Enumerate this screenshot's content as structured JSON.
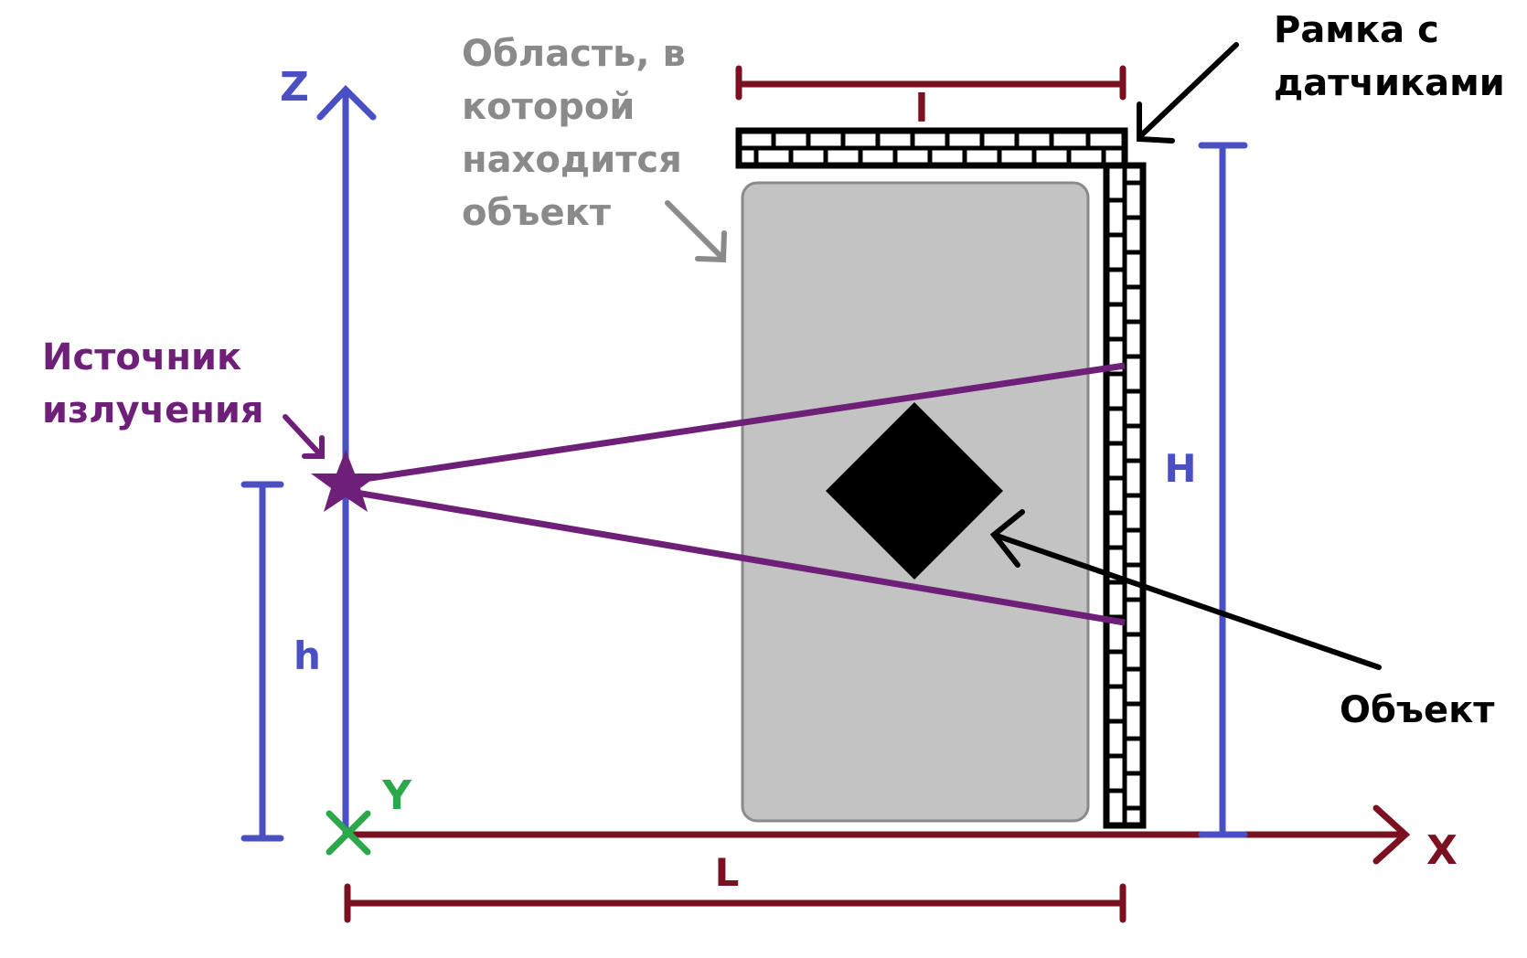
{
  "labels": {
    "z_axis": "Z",
    "x_axis": "X",
    "y_axis": "Y",
    "source_line1": "Источник",
    "source_line2": "излучения",
    "region_line1": "Область, в",
    "region_line2": "которой",
    "region_line3": "находится",
    "region_line4": "объект",
    "frame_line1": "Рамка с",
    "frame_line2": "датчиками",
    "object": "Объект",
    "dim_l_small": "l",
    "dim_L": "L",
    "dim_H": "H",
    "dim_h": "h"
  },
  "colors": {
    "axis_z": "#4a4fc4",
    "axis_x": "#7a1020",
    "axis_y": "#2aa84a",
    "source": "#6e1f78",
    "region_fill": "#c3c3c3",
    "region_stroke": "#8a8a8a",
    "region_text": "#8a8a8a",
    "frame": "#000000",
    "object": "#000000"
  },
  "icons": {
    "source": "star-icon",
    "origin": "cross-icon"
  }
}
